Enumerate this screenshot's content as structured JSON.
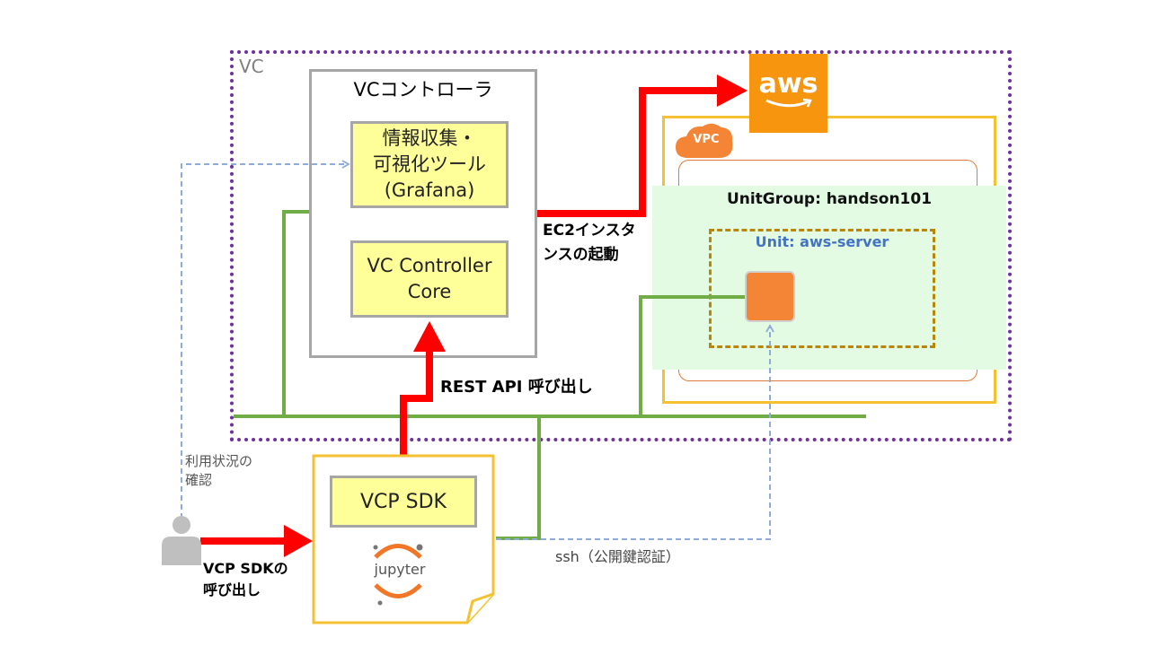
{
  "vc": {
    "label": "VC"
  },
  "controller": {
    "title": "VCコントローラ",
    "grafana_line1": "情報収集・",
    "grafana_line2": "可視化ツール",
    "grafana_line3": "(Grafana)",
    "core_line1": "VC Controller",
    "core_line2": "Core"
  },
  "aws": {
    "logo_text": "aws"
  },
  "vpc": {
    "badge": "VPC",
    "unit_group": "UnitGroup: handson101",
    "unit": "Unit: aws-server"
  },
  "sdk": {
    "label": "VCP SDK",
    "jupyter": "jupyter"
  },
  "arrows": {
    "ec2_line1": "EC2インスタ",
    "ec2_line2": "ンスの起動",
    "rest": "REST API 呼び出し",
    "sdk_call_line1": "VCP SDKの",
    "sdk_call_line2": "呼び出し",
    "usage_line1": "利用状況の",
    "usage_line2": "確認",
    "ssh": "ssh（公開鍵認証）"
  },
  "colors": {
    "vc_border": "#7030a0",
    "red_arrow": "#ff0000",
    "green_network": "#70ad47",
    "dashed_blue": "#8faadc",
    "aws_orange": "#f7950f",
    "vpc_border": "#f5c131",
    "unitgroup_fill": "#e2fbe2",
    "unit_border": "#b8860b",
    "unit_label": "#4472c4",
    "box_fill": "#ffff99"
  }
}
